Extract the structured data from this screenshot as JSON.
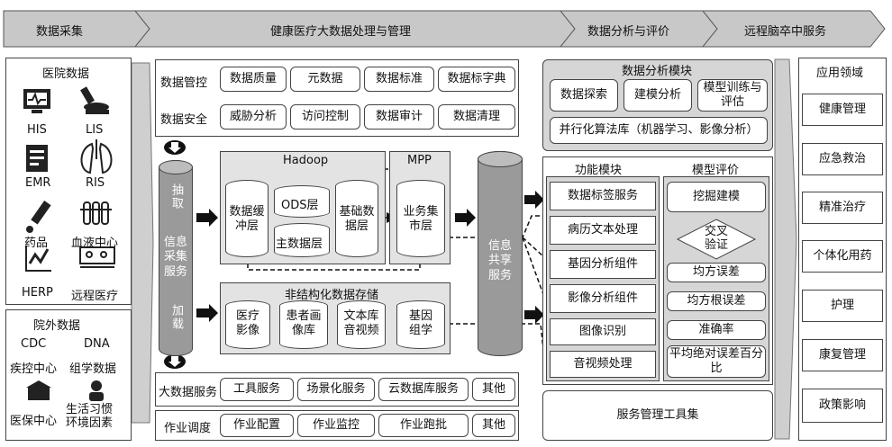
{
  "stages": [
    "数据采集",
    "健康医疗大数据处理与管理",
    "数据分析与评价",
    "远程脑卒中服务"
  ],
  "hospital": {
    "title": "医院数据",
    "items": [
      {
        "label": "HIS",
        "icon": "monitor-icon"
      },
      {
        "label": "LIS",
        "icon": "microscope-icon"
      },
      {
        "label": "EMR",
        "icon": "document-icon"
      },
      {
        "label": "RIS",
        "icon": "lungs-icon"
      },
      {
        "label": "药品",
        "icon": "dropper-icon"
      },
      {
        "label": "血液中心",
        "icon": "test-tubes-icon"
      },
      {
        "label": "HERP",
        "icon": "chart-icon"
      },
      {
        "label": "远程医疗",
        "icon": "telemedicine-icon"
      }
    ]
  },
  "external": {
    "title": "院外数据",
    "items": [
      {
        "label": "CDC"
      },
      {
        "label": "DNA"
      },
      {
        "label": "疾控中心"
      },
      {
        "label": "组学数据"
      },
      {
        "label": "医保中心",
        "icon": "building-icon"
      },
      {
        "label": "生活习惯\n环境因素",
        "icon": "person-icon"
      }
    ]
  },
  "control": {
    "row1_label": "数据管控",
    "row1": [
      "数据质量",
      "元数据",
      "数据标准",
      "数据标字典"
    ],
    "row2_label": "数据安全",
    "row2": [
      "威胁分析",
      "访问控制",
      "数据审计",
      "数据清理"
    ]
  },
  "extract_cyl": {
    "top": "抽取",
    "mid": "信息采集服务",
    "bot": "加载"
  },
  "hadoop": {
    "title": "Hadoop",
    "buffer": "数据缓冲层",
    "ods": "ODS层",
    "theme": "主数据层",
    "base": "基础数据层"
  },
  "mpp": {
    "title": "MPP",
    "mart": "业务集市层"
  },
  "share_cyl": "信息共享服务",
  "unstructured": {
    "title": "非结构化数据存储",
    "items": [
      "医疗影像",
      "患者画像库",
      "文本库音视频",
      "基因组学"
    ]
  },
  "bottom": {
    "row1_label": "大数据服务",
    "row1": [
      "工具服务",
      "场景化服务",
      "云数据库服务",
      "其他"
    ],
    "row2_label": "作业调度",
    "row2": [
      "作业配置",
      "作业监控",
      "作业跑批",
      "其他"
    ]
  },
  "analysis": {
    "title": "数据分析模块",
    "items": [
      "数据探索",
      "建模分析",
      "模型训练与评估"
    ],
    "lib": "并行化算法库（机器学习、影像分析）"
  },
  "function": {
    "title": "功能模块",
    "items": [
      "数据标签服务",
      "病历文本处理",
      "基因分析组件",
      "影像分析组件",
      "图像识别",
      "音视频处理"
    ]
  },
  "evaluation": {
    "title": "模型评价",
    "mining": "挖掘建模",
    "cross": "交叉验证",
    "metrics": [
      "均方误差",
      "均方根误差",
      "准确率",
      "平均绝对误差百分比"
    ]
  },
  "service_tool": "服务管理工具集",
  "application": {
    "title": "应用领域",
    "items": [
      "健康管理",
      "应急救治",
      "精准治疗",
      "个体化用药",
      "护理",
      "康复管理",
      "政策影响"
    ]
  }
}
